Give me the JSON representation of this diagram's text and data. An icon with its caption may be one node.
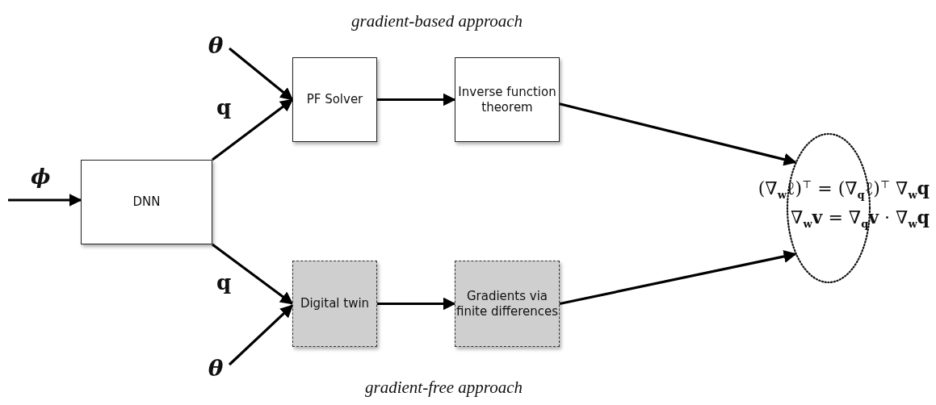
{
  "diagram": {
    "nodes": [
      {
        "text": [
          "DNN"
        ]
      },
      {
        "text": [
          "PF Solver"
        ]
      },
      {
        "text": [
          "Inverse function theorem"
        ]
      },
      {
        "text": [
          "Digital twin"
        ]
      },
      {
        "text": [
          "Gradients via finite differences"
        ]
      },
      {
        "text": [
          "θ"
        ]
      },
      {
        "text": [
          "θ"
        ]
      },
      {
        "text": [],
        "shape": "circle"
      }
    ],
    "edges": [
      {
        "from": null,
        "to": 0,
        "arrow": "to",
        "label": "ϕ"
      },
      {
        "from": 5,
        "to": 1,
        "arrow": "to"
      },
      {
        "from": 0,
        "to": 1,
        "arrow": "to",
        "label": "q"
      },
      {
        "from": 1,
        "to": 2,
        "arrow": "to"
      },
      {
        "from": 2,
        "to": 7,
        "arrow": "to"
      },
      {
        "from": 0,
        "to": 3,
        "arrow": "to",
        "label": "q"
      },
      {
        "from": 6,
        "to": 3,
        "arrow": "to"
      },
      {
        "from": 3,
        "to": 4,
        "arrow": "to"
      },
      {
        "from": 4,
        "to": 7,
        "arrow": "to"
      }
    ],
    "labels": [
      "gradient-based approach",
      "(∇$_{w}$ℓ)$^{⊤}$ = (∇$_{q}$ℓ)$^{⊤}$ ∇$_{w}$**q**",
      "∇$_{w}$**v** = ∇$_{q}$**v** · ∇$_{w}$**q**",
      "gradient-free approach"
    ]
  }
}
